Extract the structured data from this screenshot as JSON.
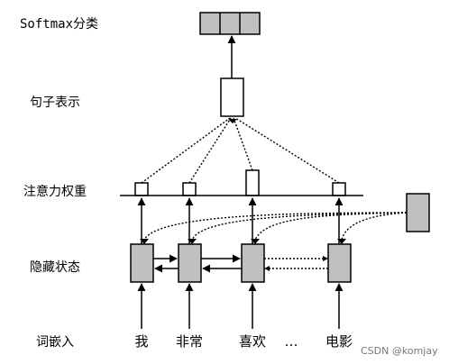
{
  "labels": {
    "softmax": "Softmax",
    "classify": "分类",
    "sentence": "句子表示",
    "attention": "注意力权重",
    "hidden": "隐藏状态",
    "embedding": "词嵌入"
  },
  "words": [
    "我",
    "非常",
    "喜欢",
    "…",
    "电影"
  ],
  "watermark": "CSDN @komjay",
  "colors": {
    "box_fill": "#c0c0c0",
    "line": "#000000"
  }
}
